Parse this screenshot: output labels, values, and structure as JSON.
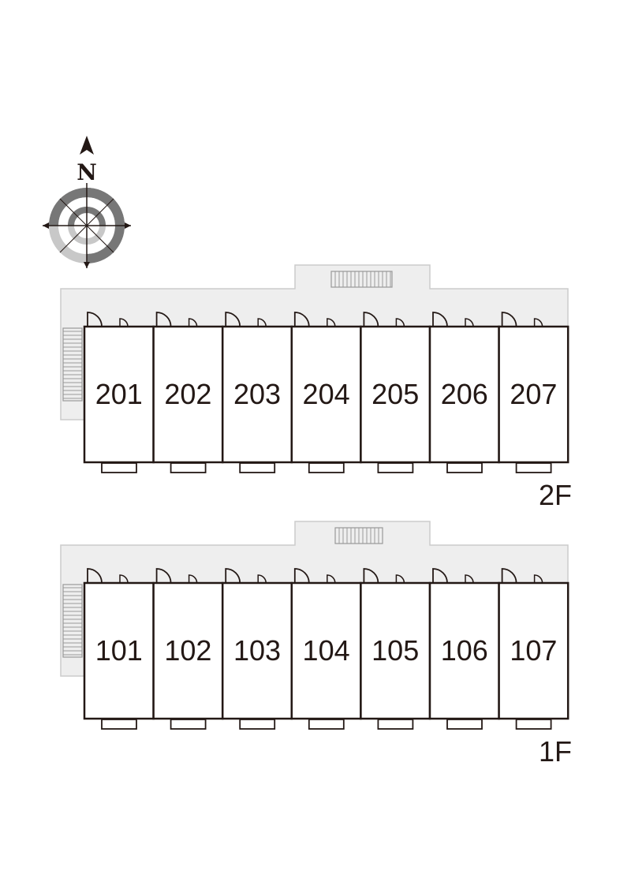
{
  "compass": {
    "north_label": "N",
    "icon": "compass-rose-icon"
  },
  "floors": [
    {
      "label": "2F",
      "rooms": [
        "201",
        "202",
        "203",
        "204",
        "205",
        "206",
        "207"
      ]
    },
    {
      "label": "1F",
      "rooms": [
        "101",
        "102",
        "103",
        "104",
        "105",
        "106",
        "107"
      ]
    }
  ],
  "colors": {
    "walkway": "#eeeeee",
    "walkway_outline": "#cccccc",
    "wall": "#231815",
    "stair": "#999999",
    "compass_dark": "#777777",
    "compass_light": "#c8c8c8"
  }
}
